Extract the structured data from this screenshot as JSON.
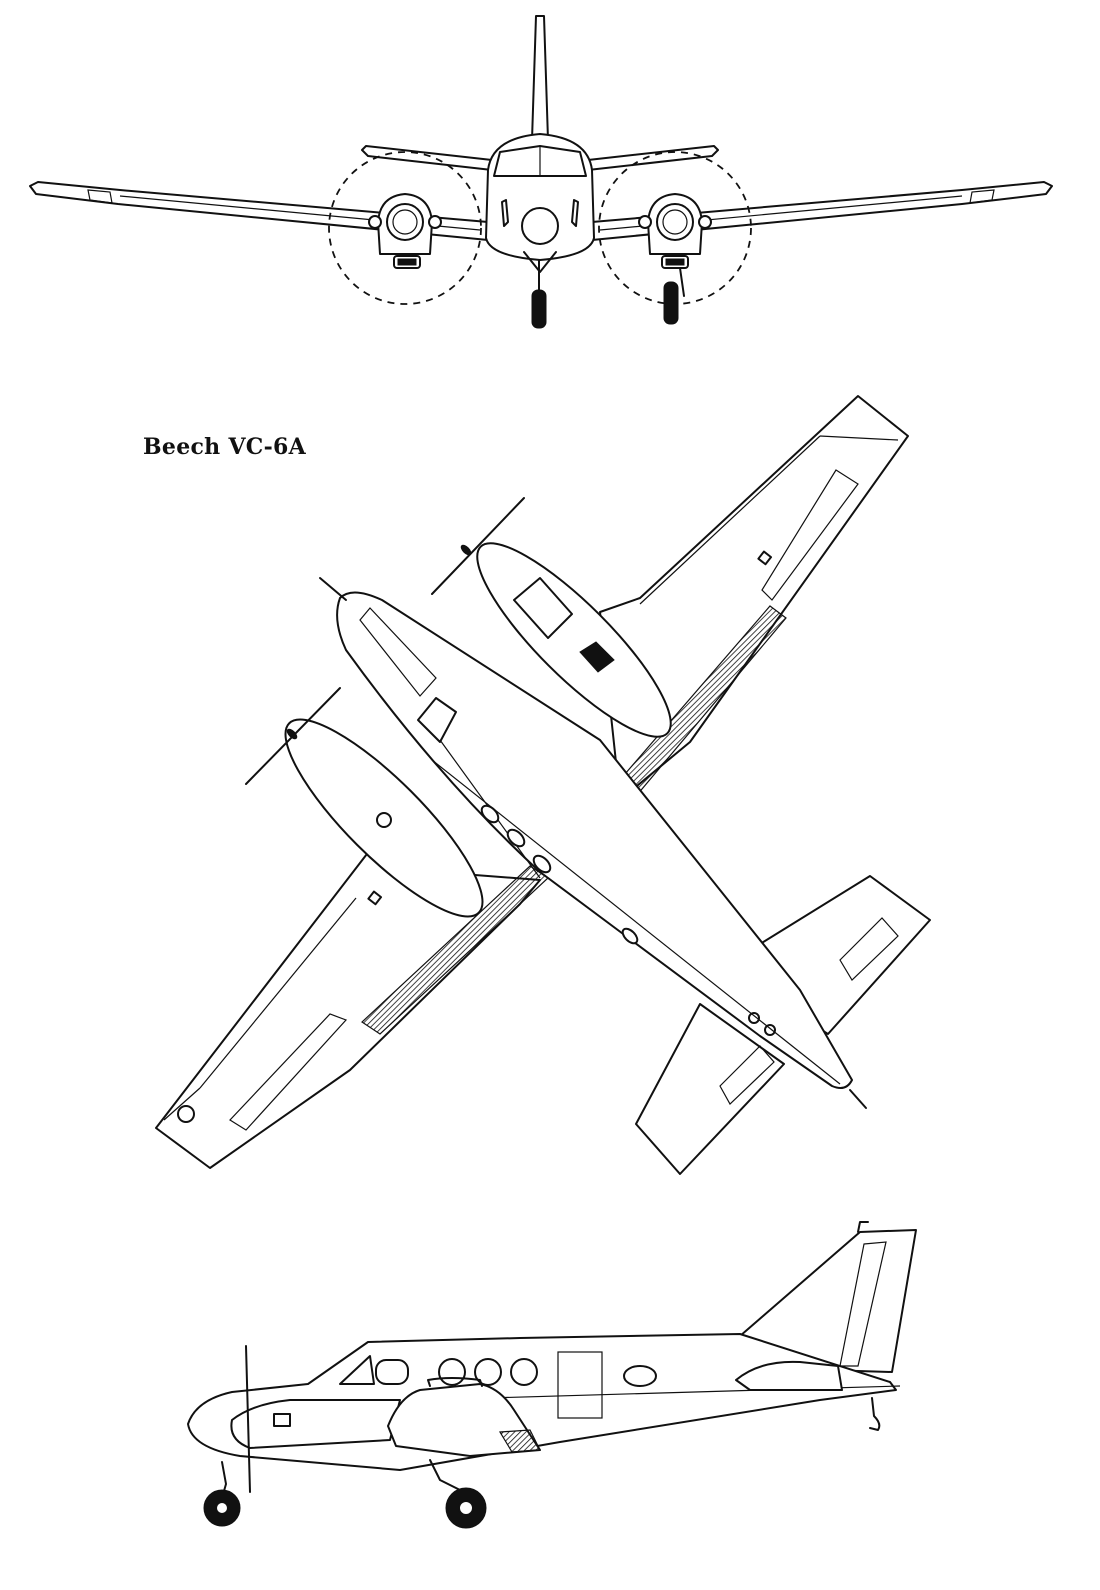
{
  "caption": "Beech VC-6A",
  "views": [
    "front-view",
    "top-view",
    "side-view"
  ]
}
